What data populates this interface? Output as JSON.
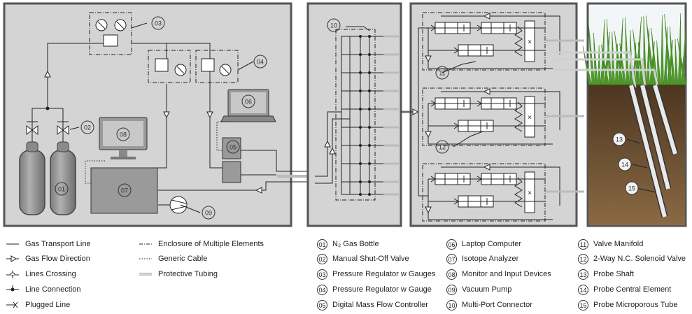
{
  "callouts": [
    "01",
    "02",
    "03",
    "04",
    "05",
    "06",
    "07",
    "08",
    "09",
    "10",
    "11",
    "12",
    "13",
    "14",
    "15"
  ],
  "legend_lines": [
    {
      "symbol": "solid-line",
      "label": "Gas Transport Line"
    },
    {
      "symbol": "flow-arrow",
      "label": "Gas Flow Direction"
    },
    {
      "symbol": "crossing",
      "label": "Lines Crossing"
    },
    {
      "symbol": "connection-dot",
      "label": "Line Connection"
    },
    {
      "symbol": "plugged-line",
      "label": "Plugged Line"
    },
    {
      "symbol": "dash-dot-line",
      "label": "Enclosure of Multiple Elements"
    },
    {
      "symbol": "dotted-line",
      "label": "Generic Cable"
    },
    {
      "symbol": "double-line",
      "label": "Protective Tubing"
    }
  ],
  "legend_items": [
    {
      "num": "01",
      "label": "N₂ Gas Bottle"
    },
    {
      "num": "02",
      "label": "Manual Shut-Off Valve"
    },
    {
      "num": "03",
      "label": "Pressure Regulator w Gauges"
    },
    {
      "num": "04",
      "label": "Pressure Regulator w Gauge"
    },
    {
      "num": "05",
      "label": "Digital Mass Flow Controller"
    },
    {
      "num": "06",
      "label": "Laptop Computer"
    },
    {
      "num": "07",
      "label": "Isotope Analyzer"
    },
    {
      "num": "08",
      "label": "Monitor and Input Devices"
    },
    {
      "num": "09",
      "label": "Vacuum Pump"
    },
    {
      "num": "10",
      "label": "Multi-Port Connector"
    },
    {
      "num": "11",
      "label": "Valve Manifold"
    },
    {
      "num": "12",
      "label": "2-Way N.C. Solenoid Valve"
    },
    {
      "num": "13",
      "label": "Probe Shaft"
    },
    {
      "num": "14",
      "label": "Probe Central Element"
    },
    {
      "num": "15",
      "label": "Probe Microporous Tube"
    }
  ],
  "colors": {
    "panel": "#d4d4d4",
    "panel_border": "#555555",
    "device": "#9a9a9a",
    "soil": "#6b4a2b",
    "grass": "#5aa02c",
    "sky": "#eef3f6"
  }
}
